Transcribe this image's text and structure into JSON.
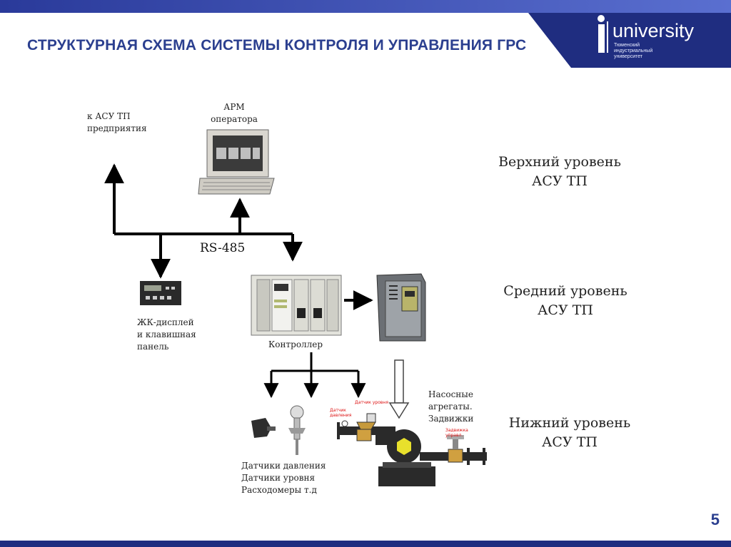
{
  "header": {
    "title": "СТРУКТУРНАЯ СХЕМА СИСТЕМЫ КОНТРОЛЯ И УПРАВЛЕНИЯ ГРС",
    "logo_text": "university",
    "logo_sub_1": "Тюменский",
    "logo_sub_2": "индустриальный",
    "logo_sub_3": "университет"
  },
  "diagram": {
    "asu_tp_line1": "к АСУ ТП",
    "asu_tp_line2": "предприятия",
    "arm_line1": "АРМ",
    "arm_line2": "оператора",
    "bus_label": "RS-485",
    "lcd_line1": "ЖК-дисплей",
    "lcd_line2": "и клавишная",
    "lcd_line3": "панель",
    "controller_label": "Контроллер",
    "sensors_line1": "Датчики давления",
    "sensors_line2": "Датчики уровня",
    "sensors_line3": "Расходомеры т.д",
    "pumps_line1": "Насосные",
    "pumps_line2": "агрегаты.",
    "pumps_line3": "Задвижки",
    "tiny_1": "Датчик",
    "tiny_2": "давления",
    "tiny_3": "Датчик уровня",
    "tiny_4": "Задвижка",
    "tiny_5": "управл."
  },
  "levels": {
    "top_line1": "Верхний уровень",
    "top_line2": "АСУ ТП",
    "mid_line1": "Средний уровень",
    "mid_line2": "АСУ ТП",
    "low_line1": "Нижний уровень",
    "low_line2": "АСУ ТП"
  },
  "footer": {
    "page_number": "5"
  },
  "colors": {
    "brand_blue": "#2b3f8f",
    "band_dark": "#1f2d80",
    "accent_red": "#cc1111"
  }
}
